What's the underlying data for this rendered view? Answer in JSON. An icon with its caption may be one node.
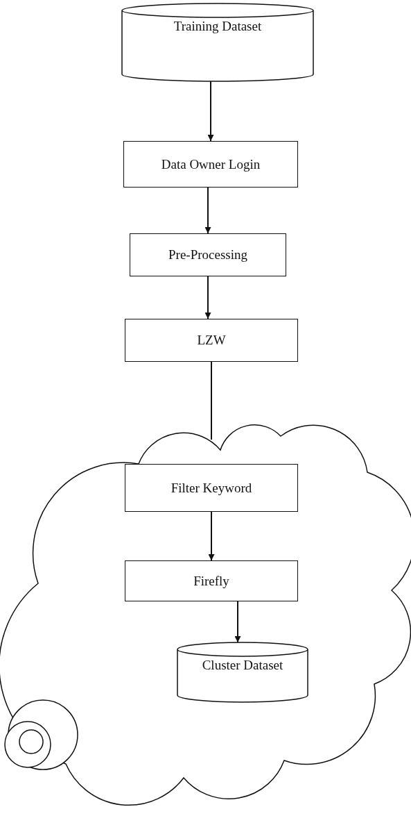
{
  "diagram": {
    "nodes": [
      {
        "text": [
          "Training Dataset"
        ]
      },
      {
        "text": [
          "Data Owner Login"
        ]
      },
      {
        "text": [
          "Pre-Processing"
        ]
      },
      {
        "text": [
          "LZW"
        ]
      },
      {
        "text": [],
        "shape": "cloud"
      },
      {
        "text": [
          "Filter Keyword"
        ],
        "in": 4
      },
      {
        "text": [
          "Firefly"
        ],
        "in": 4
      },
      {
        "text": [
          "Cluster Dataset"
        ],
        "in": 4
      }
    ],
    "edges": [
      {
        "from": 0,
        "to": 1,
        "arrow": "to"
      },
      {
        "from": 1,
        "to": 2,
        "arrow": "to"
      },
      {
        "from": 2,
        "to": 3,
        "arrow": "to"
      },
      {
        "from": 3,
        "to": 4,
        "arrow": "none"
      },
      {
        "from": 5,
        "to": 6,
        "arrow": "to"
      },
      {
        "from": 6,
        "to": 7,
        "arrow": "to"
      }
    ]
  }
}
